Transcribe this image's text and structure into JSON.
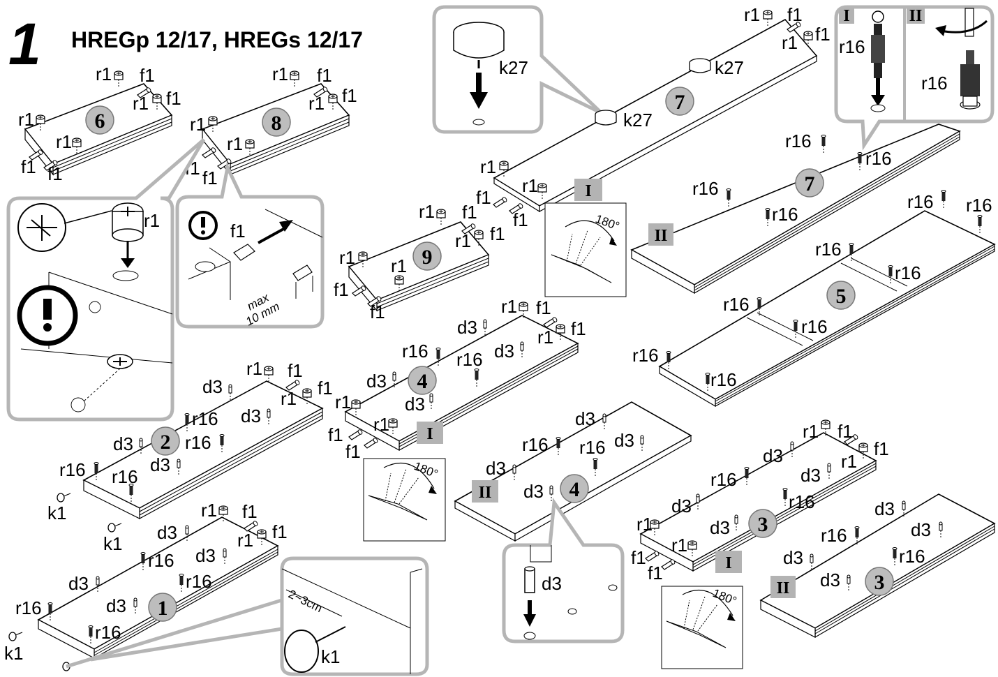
{
  "page": {
    "step_number": "1",
    "title": "HREGp 12/17, HREGs 12/17"
  },
  "panels": {
    "p1": "1",
    "p2": "2",
    "p3a": "3",
    "p3b": "3",
    "p4a": "4",
    "p4b": "4",
    "p5": "5",
    "p6": "6",
    "p7a": "7",
    "p7b": "7",
    "p8": "8",
    "p9": "9"
  },
  "sides": {
    "front": "I",
    "back": "II"
  },
  "parts": {
    "r1": "r1",
    "f1": "f1",
    "r16": "r16",
    "d3": "d3",
    "k1": "k1",
    "k27": "k27"
  },
  "annotations": {
    "max_depth": "max",
    "max_value": "10 mm",
    "glide_distance": "2~3cm",
    "flip_angle": "180°"
  },
  "icons": [
    "warning-exclamation-icon",
    "rotate-arrow-icon",
    "insert-arrow-icon",
    "flip-180-icon"
  ],
  "colors": {
    "callout_border": "#b5b5b5",
    "number_circle": "#bdbdbd",
    "roman_box": "#b3b3b3"
  }
}
